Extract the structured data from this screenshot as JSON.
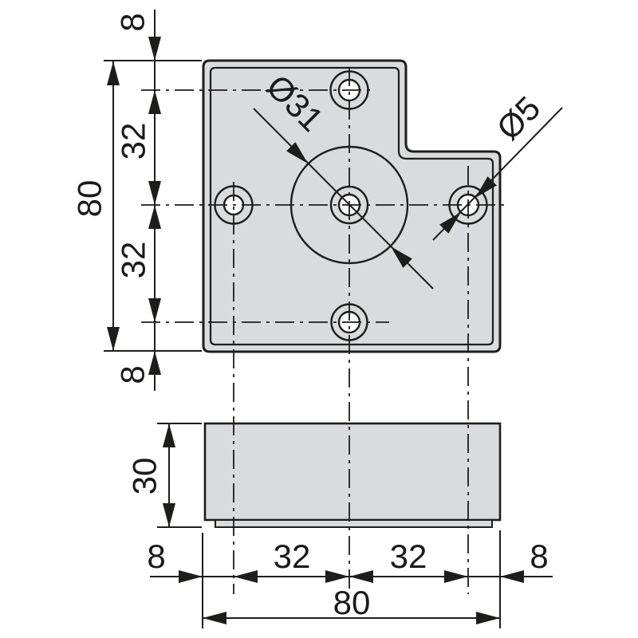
{
  "drawing": {
    "title": "mounting-plate-dimension-drawing",
    "colors": {
      "background": "#ffffff",
      "plate_fill": "#dadbdd",
      "line": "#1d1d1b",
      "text": "#1a1a1a"
    },
    "dims": {
      "left_top_8": "8",
      "left_upper_32": "32",
      "left_overall_80": "80",
      "left_lower_32": "32",
      "left_bottom_8": "8",
      "side_height_30": "30",
      "bottom_left_8": "8",
      "bottom_mid_left_32": "32",
      "bottom_mid_right_32": "32",
      "bottom_right_8": "8",
      "bottom_overall_80": "80",
      "center_circle_dia": "Ø31",
      "hole_dia": "Ø5"
    }
  }
}
